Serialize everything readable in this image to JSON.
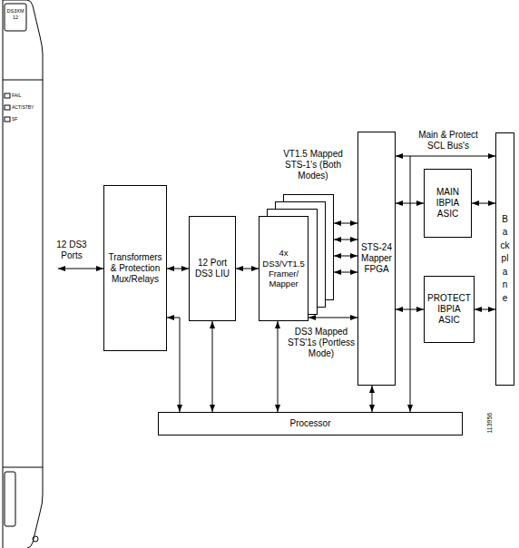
{
  "diagram": {
    "nodes": [
      {
        "text": [
          "Transformers & Protection Mux/Relays"
        ]
      },
      {
        "text": [
          "12 Port DS3 LIU"
        ]
      },
      {
        "text": [
          "4x DS3/VT1.5 Framer/ Mapper"
        ]
      },
      {
        "text": [
          "STS-24 Mapper FPGA"
        ]
      },
      {
        "text": [
          "MAIN IBPIA ASIC"
        ]
      },
      {
        "text": [
          "PROTECT IBPIA ASIC"
        ]
      },
      {
        "text": [
          "Backplane"
        ]
      },
      {
        "text": [
          "Processor"
        ]
      }
    ],
    "edges": [
      {
        "from": 0,
        "to": 1,
        "arrow": "both"
      },
      {
        "from": 1,
        "to": 2,
        "arrow": "both"
      },
      {
        "from": 2,
        "to": 3,
        "arrow": "both"
      },
      {
        "from": 3,
        "to": 4,
        "arrow": "both"
      },
      {
        "from": 3,
        "to": 5,
        "arrow": "both"
      },
      {
        "from": 4,
        "to": 6,
        "arrow": "both"
      },
      {
        "from": 5,
        "to": 6,
        "arrow": "both"
      },
      {
        "from": 3,
        "to": 6,
        "label": "Main & Protect SCL Bus's",
        "arrow": "both"
      },
      {
        "from": 7,
        "to": 0,
        "arrow": "both"
      },
      {
        "from": 7,
        "to": 1,
        "arrow": "both"
      },
      {
        "from": 7,
        "to": 2,
        "arrow": "both"
      },
      {
        "from": 7,
        "to": 3,
        "arrow": "both"
      }
    ],
    "labels": [
      "DS3XM 12",
      "FAIL",
      "ACT/STBY",
      "SF",
      "12 DS3 Ports",
      "VT1.5 Mapped STS-1's (Both Modes)",
      "DS3 Mapped STS'1s (Portless Mode)",
      "113956"
    ]
  }
}
